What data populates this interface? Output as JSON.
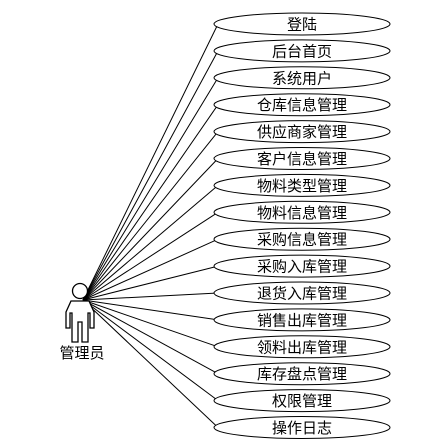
{
  "actor": {
    "label": "管理员"
  },
  "use_cases": [
    "登陆",
    "后台首页",
    "系统用户",
    "仓库信息管理",
    "供应商家管理",
    "客户信息管理",
    "物料类型管理",
    "物料信息管理",
    "采购信息管理",
    "采购入库管理",
    "退货入库管理",
    "销售出库管理",
    "领料出库管理",
    "库存盘点管理",
    "权限管理",
    "操作日志"
  ]
}
